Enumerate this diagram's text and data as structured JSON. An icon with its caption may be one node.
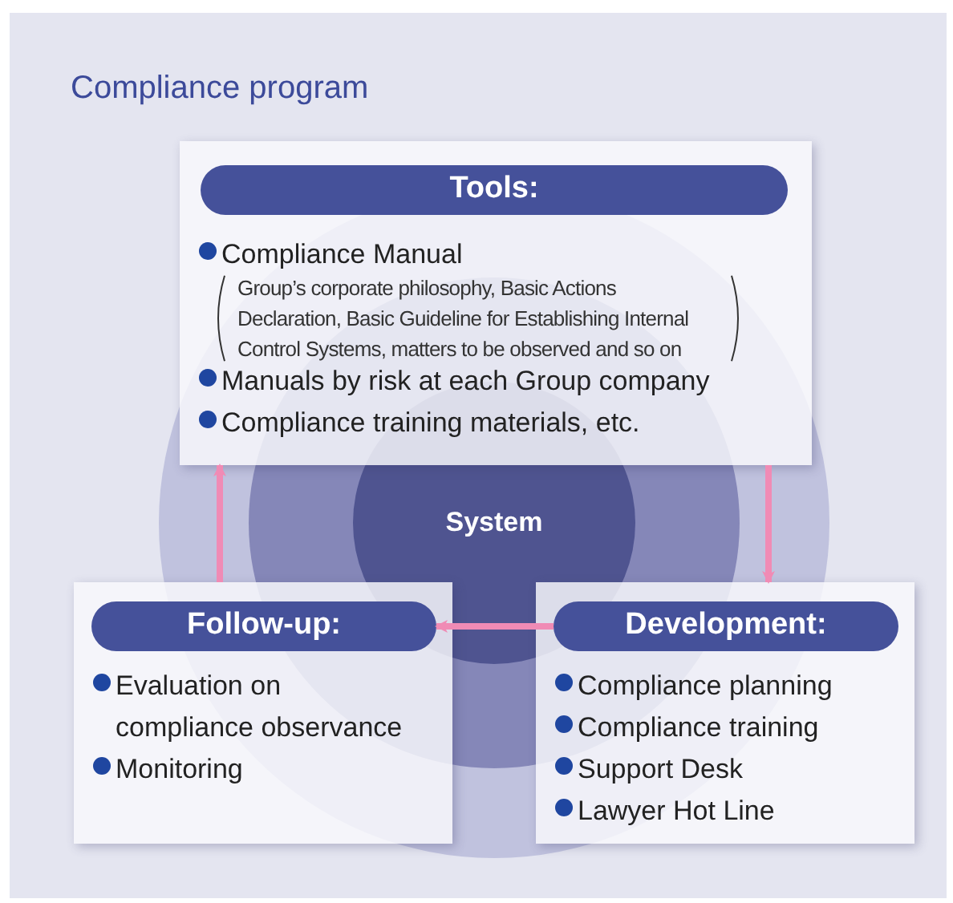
{
  "diagram": {
    "title": "Compliance program",
    "nodes": [
      {
        "text": [
          "Compliance Manual",
          "Group’s corporate philosophy, Basic Actions Declaration, Basic Guideline for Establishing Internal Control Systems, matters to be observed and so on",
          "Manuals by risk at each Group company",
          "Compliance training materials, etc."
        ]
      },
      {
        "text": [
          "Tools:"
        ],
        "in": 0
      },
      {
        "text": [
          "System"
        ]
      },
      {
        "text": [
          "Evaluation on compliance observance",
          "Monitoring"
        ]
      },
      {
        "text": [
          "Follow-up:"
        ],
        "in": 3
      },
      {
        "text": [
          "Compliance planning",
          "Compliance training",
          "Support Desk",
          "Lawyer Hot Line"
        ]
      },
      {
        "text": [
          "Development:"
        ],
        "in": 5
      }
    ],
    "edges": [
      {
        "from": 0,
        "to": 5,
        "arrow": "to"
      },
      {
        "from": 6,
        "to": 4,
        "arrow": "to"
      },
      {
        "from": 3,
        "to": 0,
        "arrow": "to"
      }
    ]
  }
}
